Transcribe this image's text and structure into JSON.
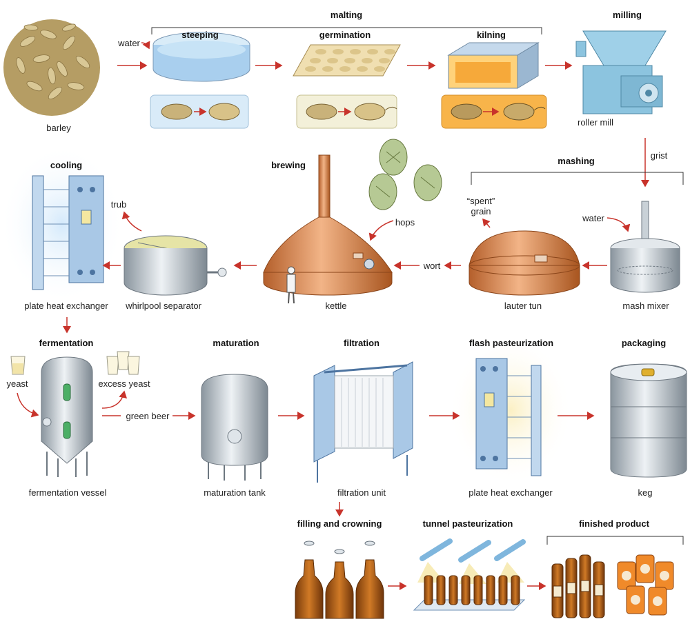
{
  "headers": {
    "malting": "malting",
    "steeping": "steeping",
    "germination": "germination",
    "kilning": "kilning",
    "milling": "milling",
    "mashing": "mashing",
    "brewing": "brewing",
    "cooling": "cooling",
    "fermentation": "fermentation",
    "maturation": "maturation",
    "filtration": "filtration",
    "flash_pasteurization": "flash pasteurization",
    "packaging": "packaging",
    "filling_and_crowning": "filling and crowning",
    "tunnel_pasteurization": "tunnel pasteurization",
    "finished_product": "finished product"
  },
  "labels": {
    "barley": "barley",
    "water_top": "water",
    "roller_mill": "roller mill",
    "grist": "grist",
    "spent_grain_1": "“spent”",
    "spent_grain_2": "grain",
    "hops": "hops",
    "water_mash": "water",
    "trub": "trub",
    "wort": "wort",
    "plate_heat_exchanger_1": "plate heat exchanger",
    "whirlpool_separator": "whirlpool separator",
    "kettle": "kettle",
    "lauter_tun": "lauter tun",
    "mash_mixer": "mash mixer",
    "yeast": "yeast",
    "excess_yeast": "excess yeast",
    "green_beer": "green beer",
    "fermentation_vessel": "fermentation vessel",
    "maturation_tank": "maturation tank",
    "filtration_unit": "filtration unit",
    "plate_heat_exchanger_2": "plate heat exchanger",
    "keg": "keg"
  },
  "colors": {
    "arrow": "#c8332b",
    "steel": "#b9c1c8",
    "copper": "#d9834a",
    "equipment_blue": "#a9c8e6",
    "amber": "#b8651b",
    "grain": "#c9b27a"
  }
}
